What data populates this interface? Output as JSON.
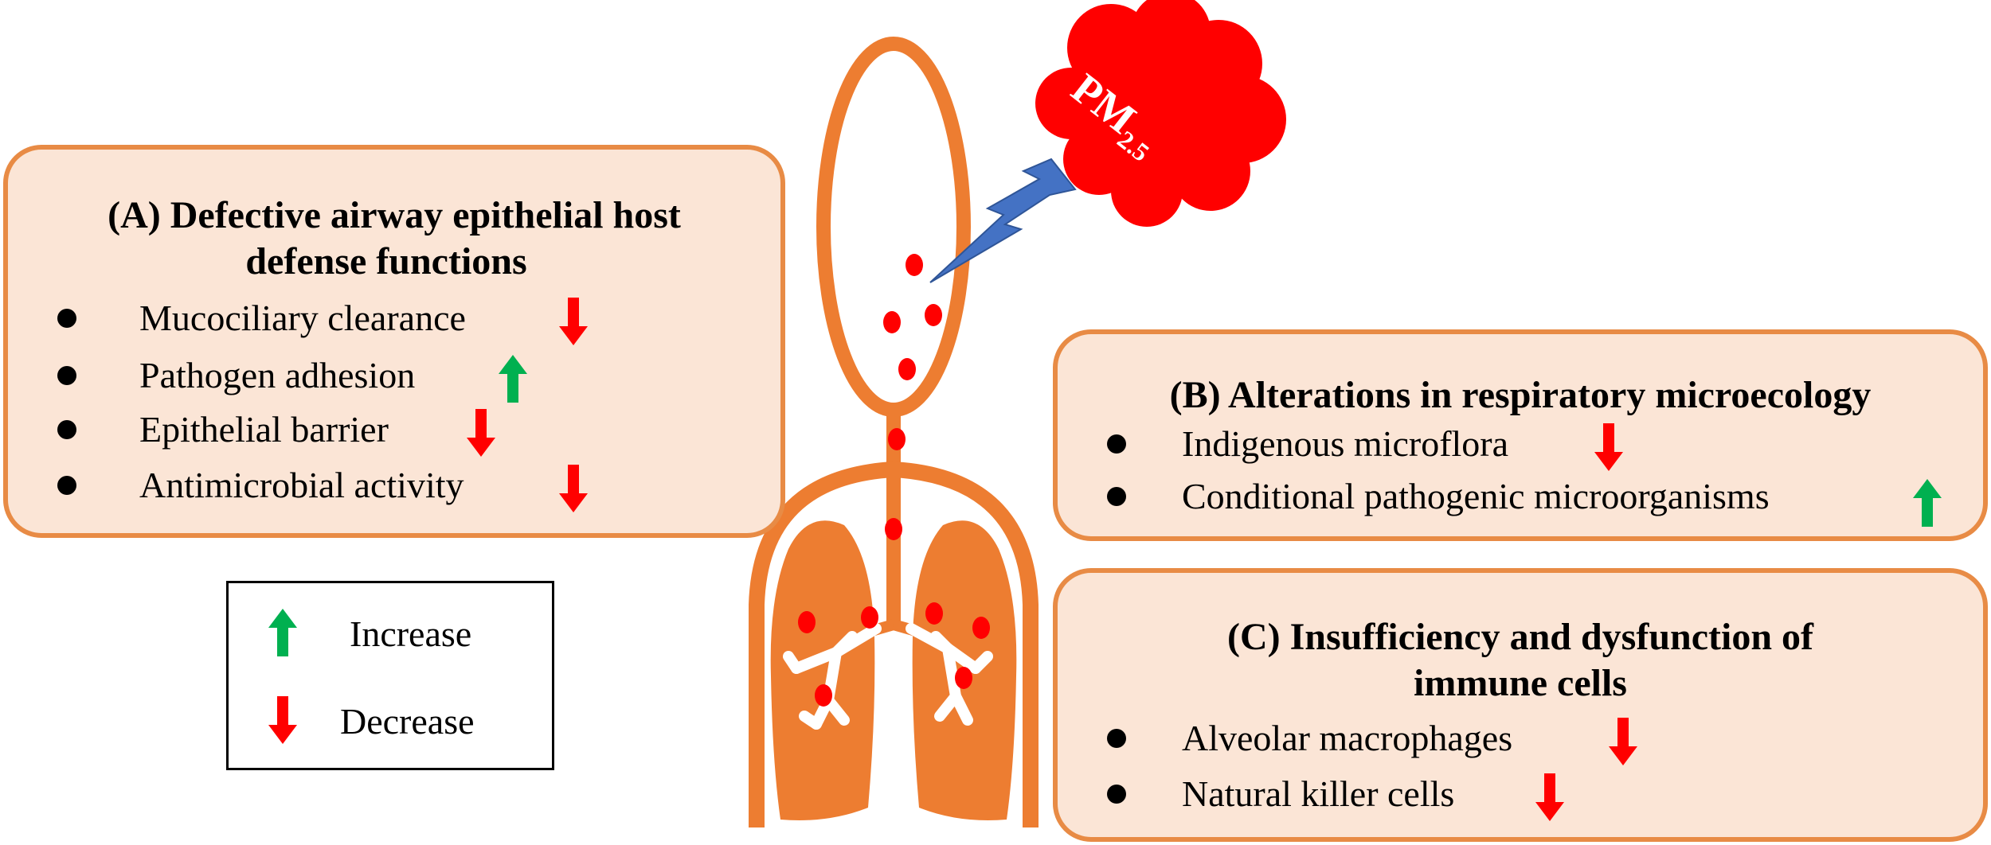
{
  "colors": {
    "panel_fill": "#fbe5d6",
    "panel_border": "#e88b45",
    "organ_orange": "#ed7d31",
    "particle_red": "#ff0000",
    "arrow_up_green": "#00b050",
    "arrow_down_red": "#ff0000",
    "lightning_blue": "#4472c4"
  },
  "pm": {
    "label": "PM",
    "subscript": "2.5"
  },
  "panel_a": {
    "title_line1": "(A) Defective airway epithelial host",
    "title_line2": "defense functions",
    "items": [
      {
        "label": "Mucociliary clearance",
        "trend": "decrease"
      },
      {
        "label": "Pathogen adhesion",
        "trend": "increase"
      },
      {
        "label": "Epithelial barrier",
        "trend": "decrease"
      },
      {
        "label": "Antimicrobial activity",
        "trend": "decrease"
      }
    ]
  },
  "panel_b": {
    "title": "(B) Alterations in respiratory microecology",
    "items": [
      {
        "label": "Indigenous microflora",
        "trend": "decrease"
      },
      {
        "label": "Conditional pathogenic microorganisms",
        "trend": "increase"
      }
    ]
  },
  "panel_c": {
    "title_line1": "(C) Insufficiency and dysfunction of",
    "title_line2": "immune cells",
    "items": [
      {
        "label": "Alveolar macrophages",
        "trend": "decrease"
      },
      {
        "label": "Natural killer cells",
        "trend": "decrease"
      }
    ]
  },
  "legend": {
    "increase_label": "Increase",
    "decrease_label": "Decrease"
  },
  "icons": {
    "up_arrow": "arrow-up-icon",
    "down_arrow": "arrow-down-icon",
    "bullet": "bullet-icon",
    "cloud": "pollution-cloud-icon",
    "lightning": "lightning-icon",
    "lungs": "lungs-icon",
    "airway": "airway-icon"
  }
}
